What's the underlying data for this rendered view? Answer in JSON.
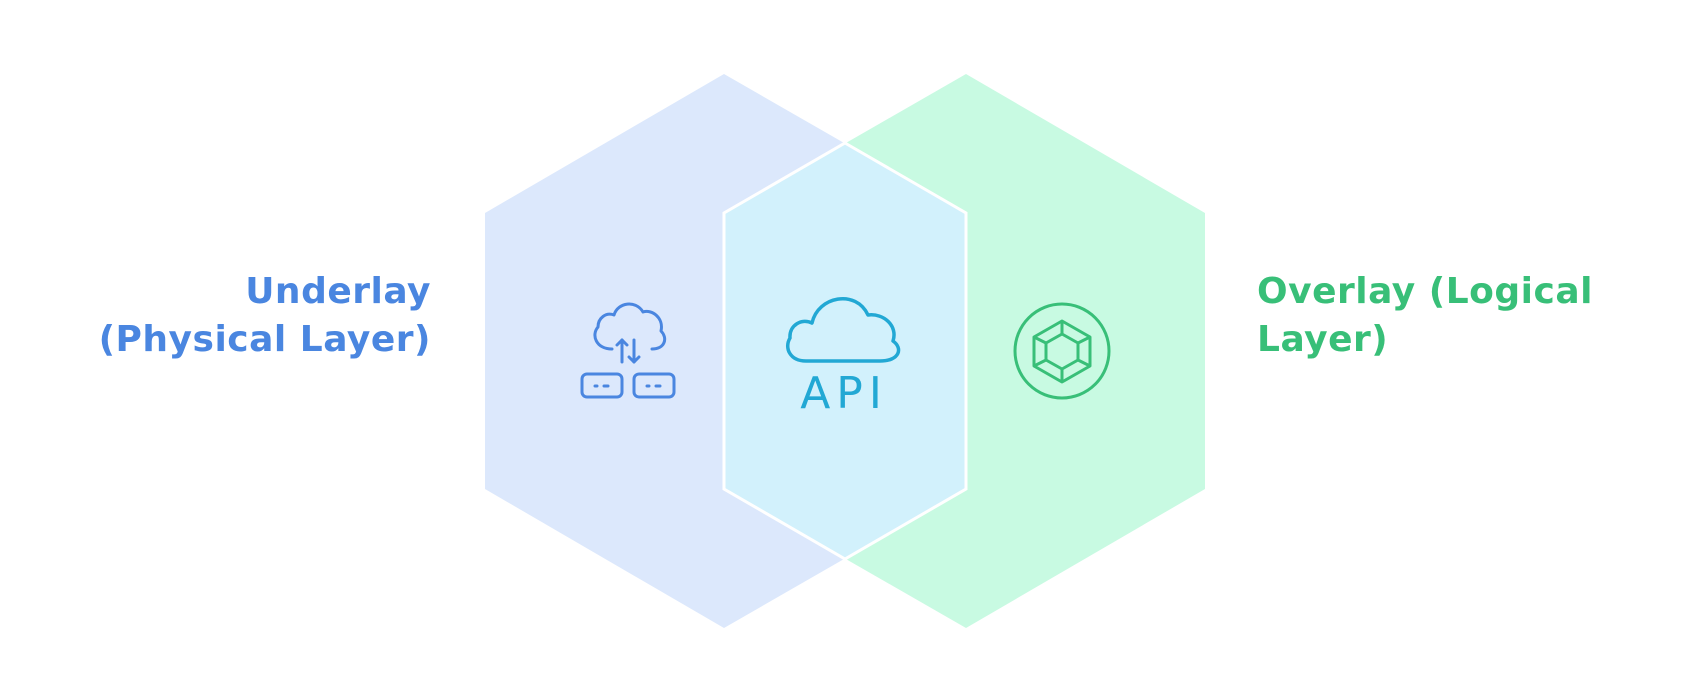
{
  "colors": {
    "underlay_fill": "#DCE8FC",
    "overlay_fill": "#C8FAE2",
    "intersection_fill": "#D2F1FC",
    "underlay_accent": "#4A86E0",
    "overlay_accent": "#38BF78",
    "api_accent": "#22A8D4",
    "divider": "#FFFFFF"
  },
  "underlay": {
    "label_line1": "Underlay",
    "label_line2": "(Physical Layer)",
    "icon": "cloud-transfer-servers-icon"
  },
  "overlay": {
    "label_line1": "Overlay (Logical",
    "label_line2": "Layer)",
    "icon": "cube-circle-icon"
  },
  "intersection": {
    "icon": "cloud-api-icon",
    "icon_text": "API"
  }
}
